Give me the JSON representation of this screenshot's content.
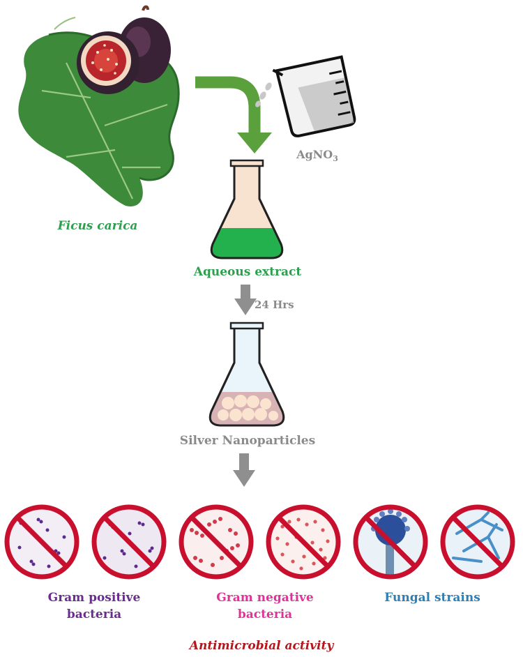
{
  "source_label": "Ficus carica",
  "reagent_label": "AgNO",
  "reagent_subscript": "3",
  "extract_label": "Aqueous extract",
  "time_label": "24 Hrs",
  "product_label": "Silver Nanoparticles",
  "groups": [
    {
      "line1": "Gram positive",
      "line2": "bacteria",
      "color": "#6a2c8f"
    },
    {
      "line1": "Gram negative",
      "line2": "bacteria",
      "color": "#e0339a"
    },
    {
      "line1": "Fungal strains",
      "line2": "",
      "color": "#2d7fb5"
    }
  ],
  "footer_label": "Antimicrobial activity",
  "colors": {
    "green_label": "#2f9e4f",
    "green_arrow": "#5aa03c",
    "gray_text": "#8a8a8a",
    "arrow_gray": "#8f8f8f",
    "prohibit_red": "#c8102e",
    "footer_red": "#b3171c",
    "extract_fill": "#22b14c"
  }
}
